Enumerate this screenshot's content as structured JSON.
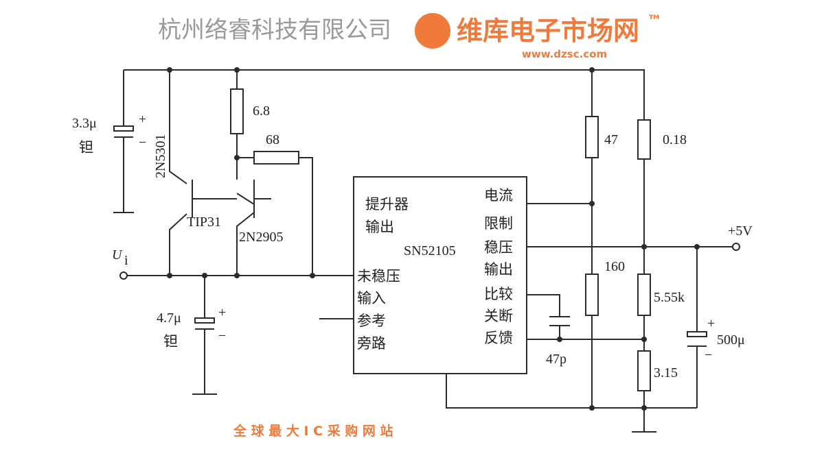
{
  "components": {
    "c1": {
      "value": "3.3μ",
      "type": "钽",
      "plus": "+",
      "minus": "−"
    },
    "c2": {
      "value": "4.7μ",
      "type": "钽",
      "plus": "+",
      "minus": "−"
    },
    "c3": {
      "value": "47p"
    },
    "c4": {
      "value": "500μ",
      "plus": "+",
      "minus": "−"
    },
    "q1": "2N5301",
    "q2": "TIP31",
    "q3": "2N2905",
    "r1": "6.8",
    "r2": "68",
    "r3": "47",
    "r4": "0.18",
    "r5": "160",
    "r6": "5.55k",
    "r7": "3.15"
  },
  "terminals": {
    "input": "U",
    "input_sub": "i",
    "output": "+5V"
  },
  "ic": {
    "name": "SN52105",
    "left_pins": [
      "提升器",
      "输出",
      "未稳压",
      "输入",
      "参考",
      "旁路"
    ],
    "right_pins": [
      "电流",
      "限制",
      "稳压",
      "输出",
      "比较",
      "关断",
      "反馈"
    ]
  },
  "watermark": {
    "company": "杭州络睿科技有限公司",
    "brand": "维库电子市场网",
    "url": "www.dzsc.com",
    "slogan": "全 球 最 大 I C 采 购 网 站",
    "tm": "TM"
  }
}
